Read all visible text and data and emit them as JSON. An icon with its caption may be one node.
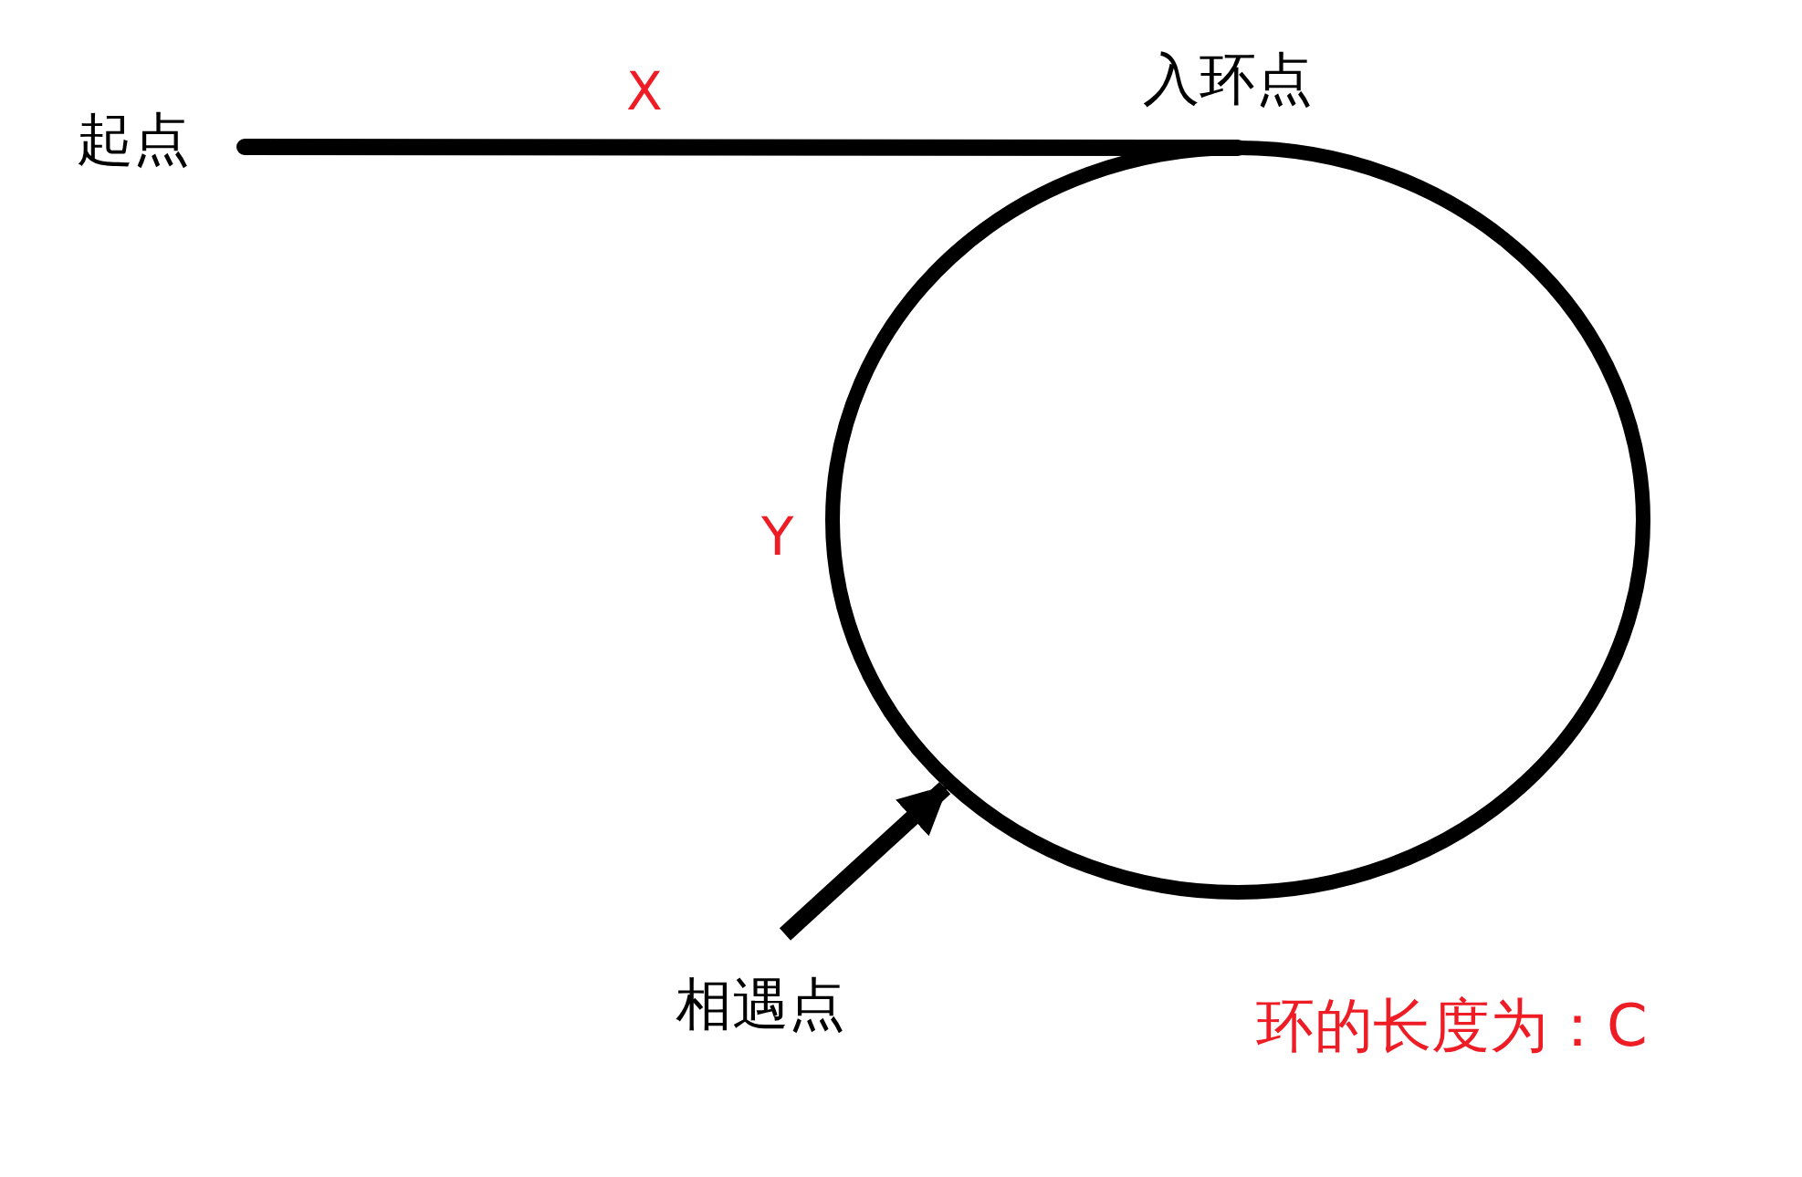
{
  "diagram": {
    "nodes": [
      {
        "text": [
          "起点"
        ]
      },
      {
        "text": [
          "相遇点"
        ]
      },
      {
        "text": [],
        "shape": "circle"
      }
    ],
    "edges": [
      {
        "from": 0,
        "to": 2,
        "arrow": "none",
        "label": "X"
      },
      {
        "from": 1,
        "to": 2,
        "arrow": "to"
      }
    ],
    "labels": [
      "入环点",
      "Y",
      "环的长度为：C"
    ]
  }
}
